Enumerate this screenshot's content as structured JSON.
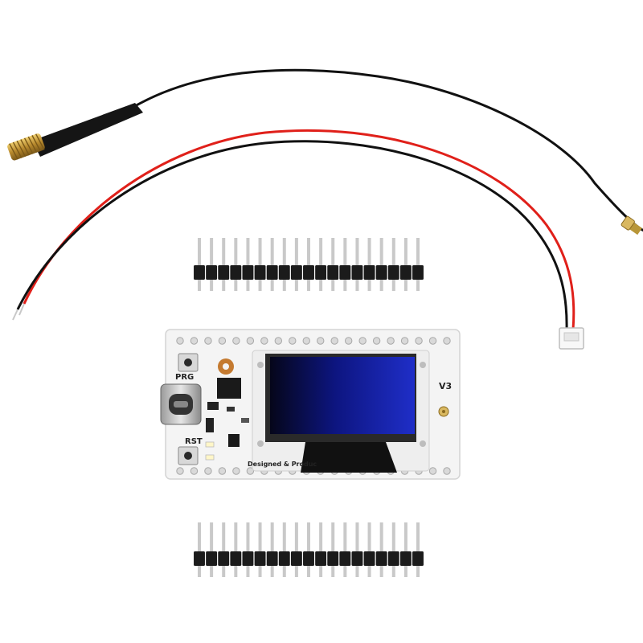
{
  "photo": {
    "background_color": "#ffffff",
    "items": [
      "spring-antenna-with-ipex-cable",
      "jst-battery-cable",
      "pin-header-strip",
      "lora-oled-dev-board",
      "pin-header-strip"
    ]
  },
  "header_pins": {
    "count": 19
  },
  "board": {
    "prg_label": "PRG",
    "rst_label": "RST",
    "version_label": "V3",
    "footer_text": "Designed & Produc",
    "pcb_color": "#f4f4f4",
    "oled_color": "#1a24b8"
  },
  "colors": {
    "cable_black": "#111111",
    "cable_red": "#e0201a",
    "antenna_gold": "#c8a040",
    "pin_metal": "#c9c9c9",
    "header_plastic": "#1b1b1b"
  }
}
